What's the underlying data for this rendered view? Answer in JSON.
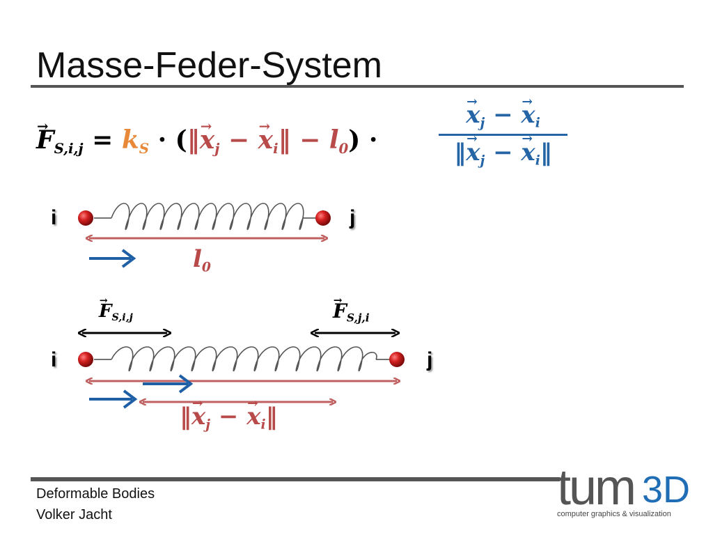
{
  "slide": {
    "title": "Masse-Feder-System"
  },
  "formula": {
    "F": "F",
    "F_sub": "S,i,j",
    "equals": " = ",
    "k": "k",
    "k_sub": "S",
    "dot1": " · (",
    "norm_open": "‖",
    "x1": "x",
    "x1_sub": "j",
    "minus1": " − ",
    "x2": "x",
    "x2_sub": "i",
    "norm_close": "‖",
    "minus2": " − ",
    "l": "l",
    "l_sub": "0",
    "close": ") · ",
    "frac_num_x1": "x",
    "frac_num_x1_sub": "j",
    "frac_num_minus": " − ",
    "frac_num_x2": "x",
    "frac_num_x2_sub": "i",
    "frac_den_open": "‖",
    "frac_den_x1": "x",
    "frac_den_x1_sub": "j",
    "frac_den_minus": " − ",
    "frac_den_x2": "x",
    "frac_den_x2_sub": "i",
    "frac_den_close": "‖"
  },
  "diagram1": {
    "label_i": "i",
    "label_j": "j",
    "rest_length": "l",
    "rest_length_sub": "0"
  },
  "diagram2": {
    "label_i": "i",
    "label_j": "j",
    "force_ij": "F",
    "force_ij_sub": "S,i,j",
    "force_ji": "F",
    "force_ji_sub": "S,j,i",
    "distance_open": "‖",
    "distance_x1": "x",
    "distance_x1_sub": "j",
    "distance_minus": " − ",
    "distance_x2": "x",
    "distance_x2_sub": "i",
    "distance_close": "‖"
  },
  "footer": {
    "line1": "Deformable Bodies",
    "line2": "Volker Jacht"
  },
  "logo": {
    "main": "tum",
    "suffix": "3D",
    "tagline": "computer graphics & visualization"
  },
  "colors": {
    "orange": "#e8893a",
    "red": "#b84a4a",
    "blue": "#2565a6",
    "mass": "#cc1f1f"
  }
}
